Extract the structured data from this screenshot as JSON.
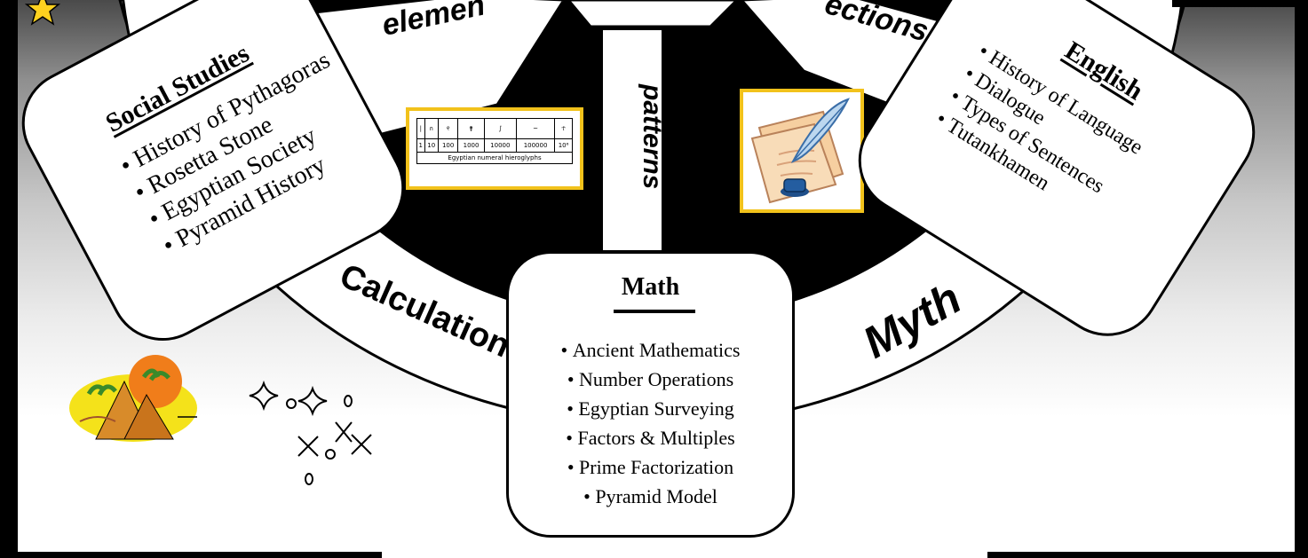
{
  "colors": {
    "wheel_black": "#000000",
    "frame_gold": "#f2c21b",
    "card_white": "#ffffff"
  },
  "wheel": {
    "top_left_label": "elemen",
    "top_right_label": "ections",
    "center_label": "patterns",
    "left_arc_label": "Calculations",
    "right_arc_label": "Myth"
  },
  "social_studies": {
    "title": "Social Studies",
    "items": [
      "History of Pythagoras",
      "Rosetta Stone",
      "Egyptian Society",
      "Pyramid History"
    ]
  },
  "english": {
    "title": "English",
    "items": [
      "History of Language",
      "Dialogue",
      "Types of Sentences",
      "Tutankhamen"
    ]
  },
  "math": {
    "title": "Math",
    "items": [
      "Ancient Mathematics",
      "Number Operations",
      "Egyptian Surveying",
      "Factors & Multiples",
      "Prime Factorization",
      "Pyramid Model"
    ]
  },
  "hieroglyph_table": {
    "numbers": [
      "1",
      "10",
      "100",
      "1000",
      "10000",
      "100000",
      "10⁶"
    ],
    "caption": "Egyptian numeral hieroglyphs"
  },
  "icons": [
    "star-icon",
    "pyramids-clipart-icon",
    "sparkles-icon",
    "quill-inkwell-icon"
  ]
}
